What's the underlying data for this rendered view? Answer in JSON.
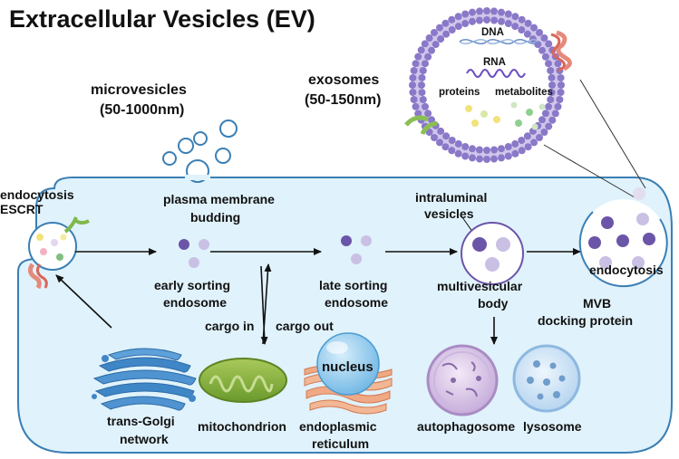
{
  "title": "Extracellular Vesicles (EV)",
  "labels": {
    "microvesicles": "microvesicles",
    "microvesicles_size": "(50-1000nm)",
    "exosomes": "exosomes",
    "exosomes_size": "(50-150nm)",
    "dna": "DNA",
    "rna": "RNA",
    "proteins": "proteins",
    "metabolites": "metabolites",
    "endocytosis_escrt_1": "endocytosis",
    "endocytosis_escrt_2": "ESCRT",
    "plasma_membrane_1": "plasma membrane",
    "plasma_membrane_2": "budding",
    "intraluminal_1": "intraluminal",
    "intraluminal_2": "vesicles",
    "early_sorting_1": "early sorting",
    "early_sorting_2": "endosome",
    "late_sorting_1": "late sorting",
    "late_sorting_2": "endosome",
    "multivesicular_1": "multivesicular",
    "multivesicular_2": "body",
    "endocytosis_right": "endocytosis",
    "mvb_1": "MVB",
    "mvb_2": "docking protein",
    "cargo_in": "cargo in",
    "cargo_out": "cargo out",
    "nucleus": "nucleus",
    "trans_golgi_1": "trans-Golgi",
    "trans_golgi_2": "network",
    "mitochondrion": "mitochondrion",
    "er_1": "endoplasmic",
    "er_2": "reticulum",
    "autophagosome": "autophagosome",
    "lysosome": "lysosome"
  },
  "colors": {
    "cell_fill": "#dff2fb",
    "cell_stroke": "#3b7fb4",
    "vesicle_purple": "#6b55a8",
    "vesicle_light": "#c9c0e4",
    "membrane_purple": "#8a78c8",
    "golgi_blue": "#3f86c7",
    "mito_green": "#7ea83a",
    "er_orange": "#e8a07a",
    "nucleus_blue": "#86c2e8"
  },
  "icons": [
    "golgi-icon",
    "mitochondrion-icon",
    "nucleus-icon",
    "autophagosome-icon",
    "lysosome-icon",
    "exosome-icon"
  ]
}
